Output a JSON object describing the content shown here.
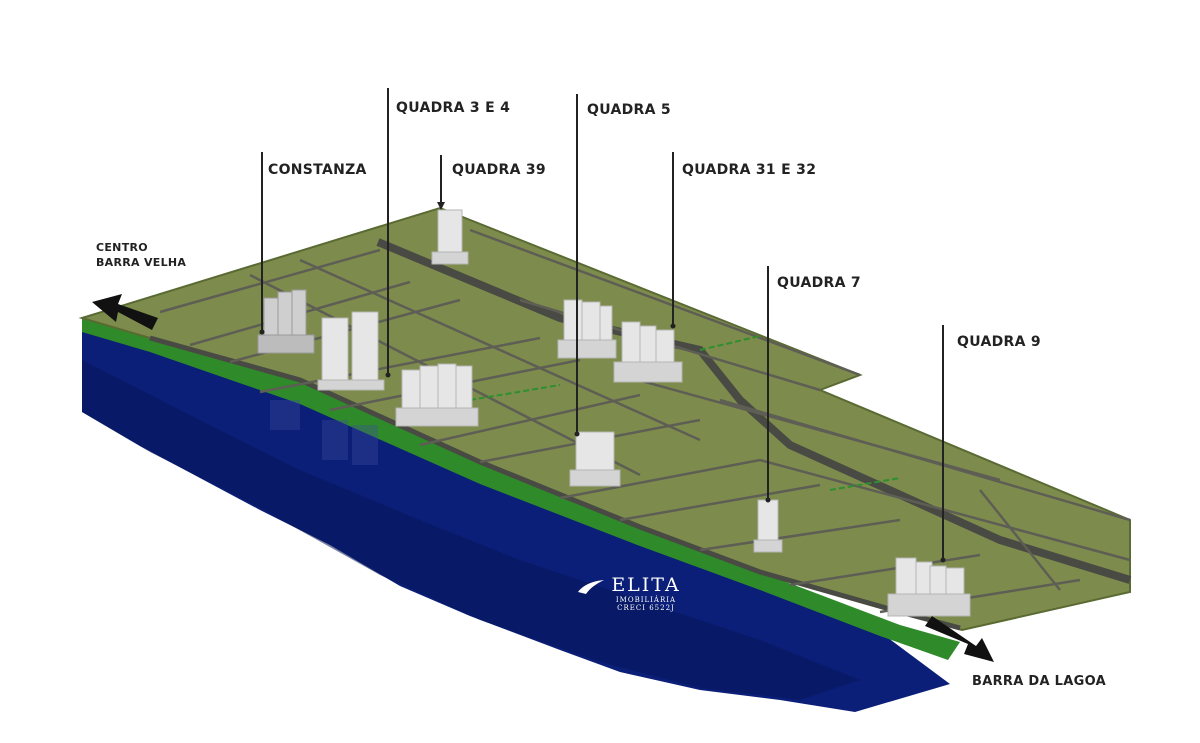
{
  "labels": {
    "constanza": "CONSTANZA",
    "quadra_3_e_4": "QUADRA 3 E 4",
    "quadra_39": "QUADRA 39",
    "quadra_5": "QUADRA 5",
    "quadra_31_e_32": "QUADRA 31 E 32",
    "quadra_7": "QUADRA 7",
    "quadra_9": "QUADRA 9",
    "centro": "CENTRO",
    "barra_velha": "BARRA VELHA",
    "barra_da_lagoa": "BARRA DA LAGOA"
  },
  "logo": {
    "name": "ELITA",
    "subtitle": "IMOBILIÁRIA",
    "creci": "CRECI 6522J"
  },
  "colors": {
    "ocean": "#0b1f78",
    "ocean_dark": "#071559",
    "land": "#7d8c4c",
    "land_edge": "#5a6a33",
    "beach_green": "#2f8a2a",
    "road": "#4a4a44",
    "building": "#e6e6e6",
    "label_text": "#222222"
  }
}
